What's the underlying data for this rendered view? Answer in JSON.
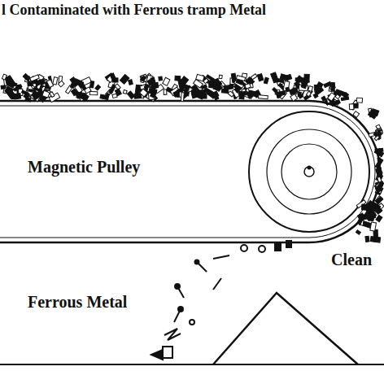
{
  "diagram": {
    "title": "l Contaminated with Ferrous tramp Metal",
    "labels": [
      "Magnetic Pulley",
      "Clean",
      "Ferrous Metal"
    ]
  }
}
